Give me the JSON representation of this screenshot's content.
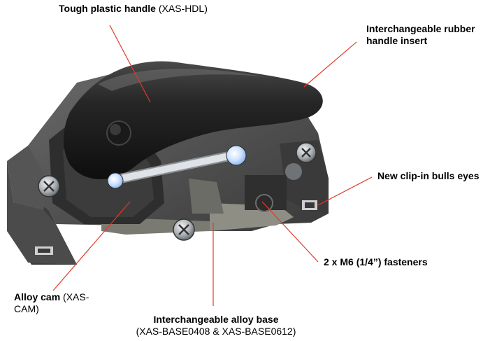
{
  "labels": {
    "handle": {
      "bold": "Tough plastic handle",
      "normal": " (XAS-HDL)"
    },
    "insert": {
      "line1": "Interchangeable rubber",
      "line2": "handle insert"
    },
    "bulls_eyes": "New clip-in bulls eyes",
    "fasteners": "2 x M6 (1/4”) fasteners",
    "cam": {
      "bold": "Alloy cam",
      "normal": " (XAS-CAM)"
    },
    "base": {
      "line1": "Interchangeable alloy base",
      "line2": "(XAS-BASE0408 & XAS-BASE0612)"
    }
  },
  "colors": {
    "leader_line": "#e03a2a",
    "handle": "#1c1c1c",
    "body": "#4a4a4a",
    "shadow": "#2a2a2a",
    "metal": "#b8bcc0"
  }
}
